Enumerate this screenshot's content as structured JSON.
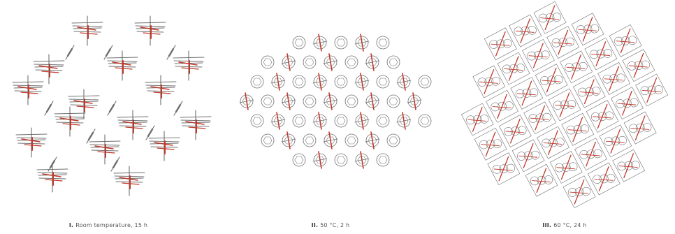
{
  "panels": [
    {
      "numeral": "I.",
      "caption": "Room temperature, 15 h"
    },
    {
      "numeral": "II.",
      "caption": "50 °C, 2 h"
    },
    {
      "numeral": "III.",
      "caption": "60 °C, 24 h"
    }
  ],
  "colors": {
    "bond": "#6f6f6f",
    "metal_center": "#c0392b",
    "background": "#ffffff"
  }
}
